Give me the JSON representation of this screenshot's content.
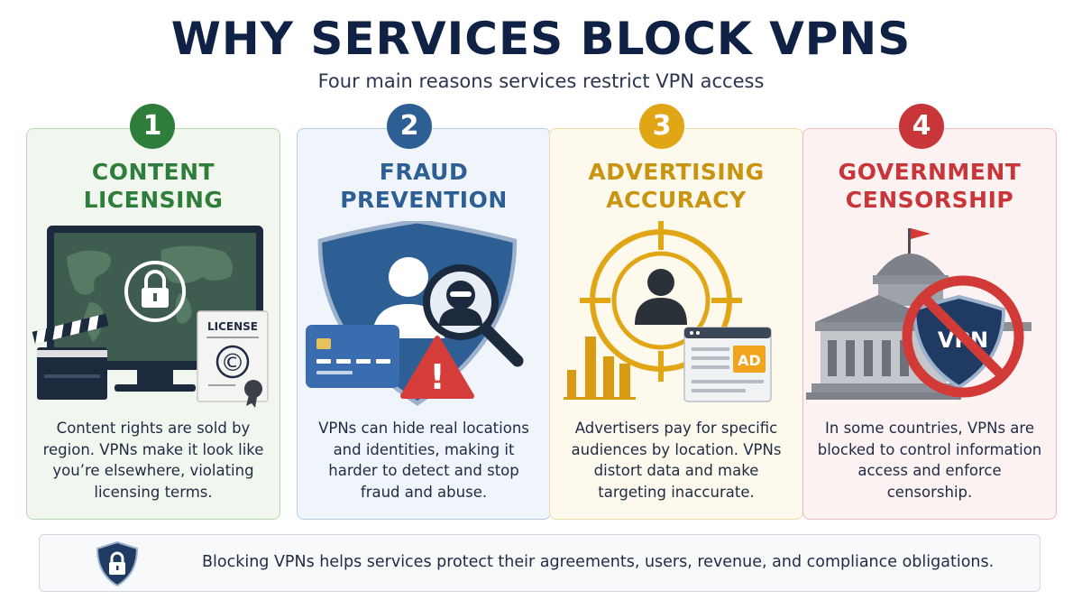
{
  "header": {
    "title": "WHY SERVICES BLOCK VPNS",
    "subtitle": "Four main reasons services restrict VPN access"
  },
  "colors": {
    "green": "#2f7d3b",
    "blue": "#2d5e94",
    "gold": "#e1a615",
    "red": "#c9363a",
    "navy": "#0f2246"
  },
  "cards": [
    {
      "number": "1",
      "title_line1": "CONTENT",
      "title_line2": "LICENSING",
      "description": "Content rights are sold by region. VPNs make it look like you’re elsewhere, violating licensing terms.",
      "illustration": {
        "icons": [
          "monitor-world-map-icon",
          "padlock-icon",
          "clapperboard-icon",
          "license-certificate-icon"
        ],
        "license_label": "LICENSE",
        "copyright_symbol": "©"
      }
    },
    {
      "number": "2",
      "title_line1": "FRAUD",
      "title_line2": "PREVENTION",
      "description": "VPNs can hide real locations and identities, making it harder to detect and stop fraud and abuse.",
      "illustration": {
        "icons": [
          "shield-user-icon",
          "credit-card-icon",
          "magnifier-hacker-icon",
          "warning-triangle-icon"
        ],
        "warning_symbol": "!"
      }
    },
    {
      "number": "3",
      "title_line1": "ADVERTISING",
      "title_line2": "ACCURACY",
      "description": "Advertisers pay for specific audiences by location. VPNs distort data and make targeting inaccurate.",
      "illustration": {
        "icons": [
          "target-crosshair-icon",
          "person-icon",
          "bar-chart-icon",
          "browser-ad-icon"
        ],
        "ad_label": "AD"
      }
    },
    {
      "number": "4",
      "title_line1": "GOVERNMENT",
      "title_line2": "CENSORSHIP",
      "description": "In some countries, VPNs are blocked to control information access and enforce censorship.",
      "illustration": {
        "icons": [
          "government-building-icon",
          "flag-icon",
          "vpn-shield-icon",
          "prohibited-icon"
        ],
        "vpn_label": "VPN"
      }
    }
  ],
  "footer": {
    "icon": "shield-lock-icon",
    "text": "Blocking VPNs helps services protect their agreements, users, revenue, and compliance obligations."
  }
}
